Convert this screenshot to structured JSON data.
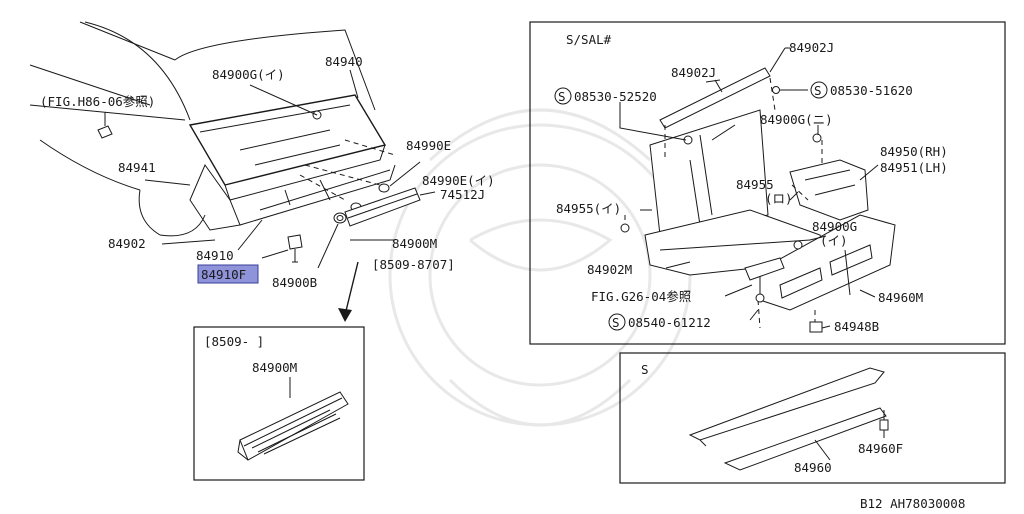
{
  "labels": {
    "fig_h86": "(FIG.H86-06参照)",
    "p84900g_i": "84900G(イ)",
    "p84940": "84940",
    "p84941": "84941",
    "p84990e": "84990E",
    "p84990e_i": "84990E(イ)",
    "p74512j": "74512J",
    "p84902": "84902",
    "p84910": "84910",
    "p84910f": "84910F",
    "p84900b": "84900B",
    "p84900m": "84900M",
    "range_8509_8707": "[8509-8707]"
  },
  "inset_left": {
    "range": "[8509-    ]",
    "part": "84900M"
  },
  "inset_ssal": {
    "title": "S/SAL#",
    "p84902j_top": "84902J",
    "p84902j": "84902J",
    "s_symbol": "S",
    "bolt_a": "08530-52520",
    "bolt_b": "08530-51620",
    "p84900g_ni": "84900G(ニ)",
    "p84950": "84950(RH)",
    "p84951": "84951(LH)",
    "p84955_i": "84955(イ)",
    "p84955_ro": "84955",
    "p84955_ro_sub": "(ロ)",
    "p84900g_i2": "84900G",
    "p84900g_i2_sub": "(イ)",
    "p84902m": "84902M",
    "fig_g26": "FIG.G26-04参照",
    "bolt_c": "08540-61212",
    "p84960m": "84960M",
    "p84948b": "84948B"
  },
  "inset_s": {
    "title": "S",
    "p84960": "84960",
    "p84960f": "84960F"
  },
  "footer": {
    "code": "B12  AH78030008"
  },
  "colors": {
    "line": "#1a1a1a",
    "highlight": "#8f93d9"
  }
}
